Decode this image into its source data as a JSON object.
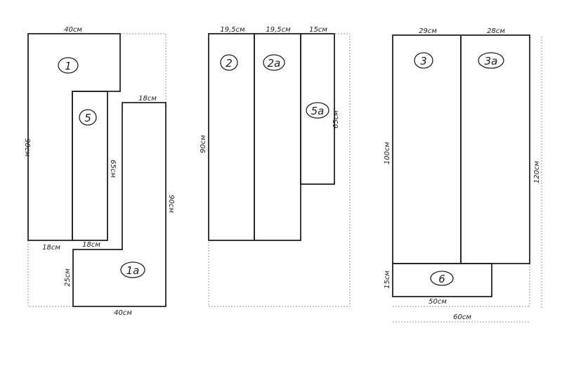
{
  "panel_left": {
    "pieces": [
      "1",
      "5",
      "1a"
    ],
    "dims": {
      "top": "40см",
      "left": "90см",
      "piece5_right": "65см",
      "piece1a_right": "90см",
      "piece1a_top": "18см",
      "bottom_left": "18см",
      "bottom_mid": "18см",
      "piece1a_left": "25см",
      "bottom": "40см"
    }
  },
  "panel_middle": {
    "pieces": [
      "2",
      "2a",
      "5a"
    ],
    "dims": {
      "top1": "19,5см",
      "top2": "19,5см",
      "top3": "15см",
      "left": "90см",
      "piece5a_right": "65см"
    }
  },
  "panel_right": {
    "pieces": [
      "3",
      "3a",
      "6"
    ],
    "dims": {
      "top1": "29см",
      "top2": "28см",
      "left": "100см",
      "right": "120см",
      "piece6_left": "15см",
      "piece6_bottom": "50см",
      "total_width": "60см"
    }
  }
}
